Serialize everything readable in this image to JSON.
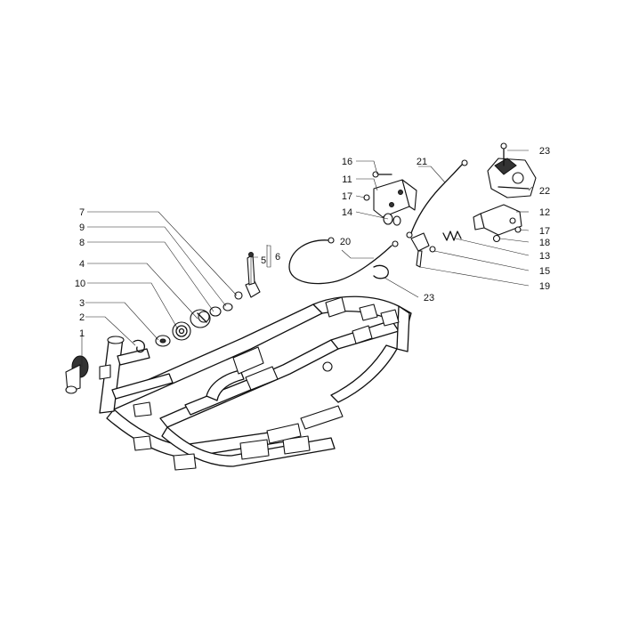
{
  "callouts": [
    {
      "id": "c1",
      "text": "1"
    },
    {
      "id": "c2",
      "text": "2"
    },
    {
      "id": "c3",
      "text": "3"
    },
    {
      "id": "c4",
      "text": "4"
    },
    {
      "id": "c5",
      "text": "5"
    },
    {
      "id": "c6",
      "text": "6"
    },
    {
      "id": "c7",
      "text": "7"
    },
    {
      "id": "c8",
      "text": "8"
    },
    {
      "id": "c9",
      "text": "9"
    },
    {
      "id": "c10",
      "text": "10"
    },
    {
      "id": "c11",
      "text": "11"
    },
    {
      "id": "c12",
      "text": "12"
    },
    {
      "id": "c13",
      "text": "13"
    },
    {
      "id": "c14",
      "text": "14"
    },
    {
      "id": "c15",
      "text": "15"
    },
    {
      "id": "c16",
      "text": "16"
    },
    {
      "id": "c17a",
      "text": "17"
    },
    {
      "id": "c17b",
      "text": "17"
    },
    {
      "id": "c18",
      "text": "18"
    },
    {
      "id": "c19",
      "text": "19"
    },
    {
      "id": "c20",
      "text": "20"
    },
    {
      "id": "c21",
      "text": "21"
    },
    {
      "id": "c22",
      "text": "22"
    },
    {
      "id": "c23a",
      "text": "23"
    },
    {
      "id": "c23b",
      "text": "23"
    }
  ]
}
